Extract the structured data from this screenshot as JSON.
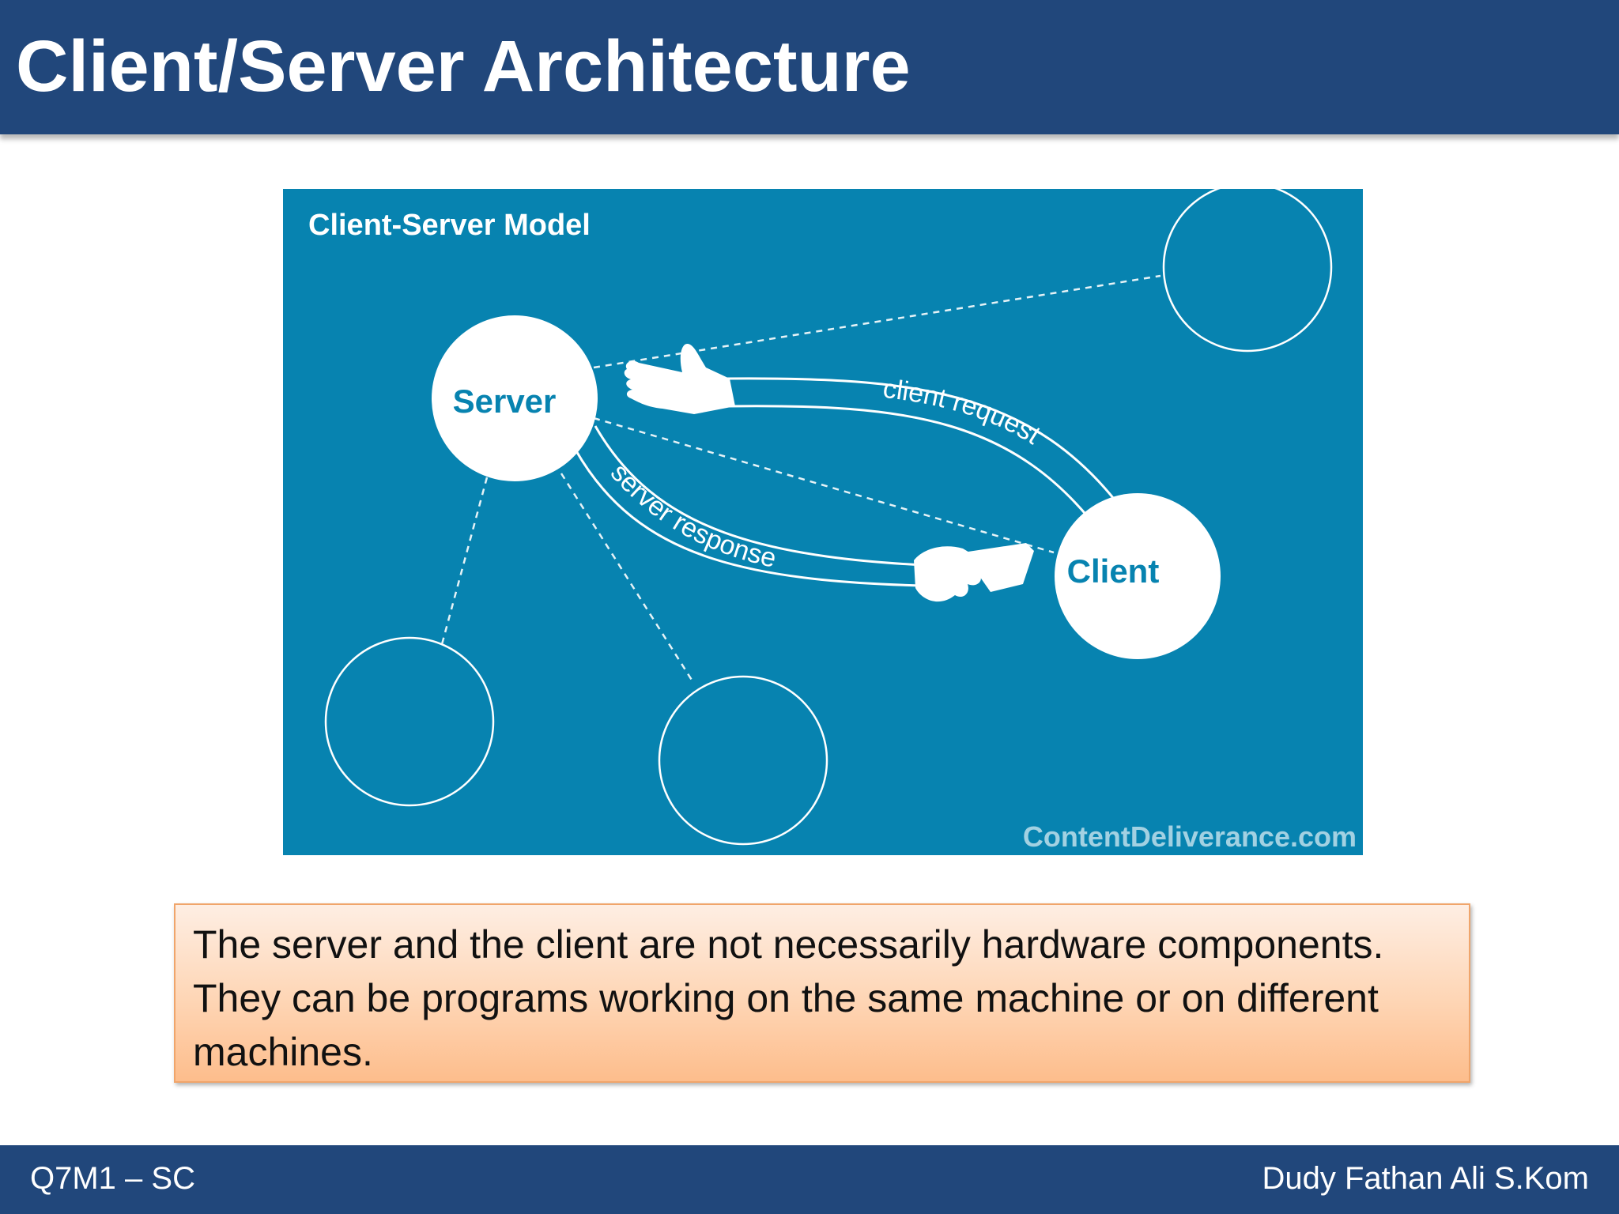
{
  "slide": {
    "title": "Client/Server Architecture"
  },
  "diagram": {
    "heading": "Client-Server Model",
    "server_label": "Server",
    "client_label": "Client",
    "request_label": "client request",
    "response_label": "server response",
    "watermark": "ContentDeliverance.com",
    "colors": {
      "background": "#0783b0",
      "node": "#ffffff"
    }
  },
  "note": {
    "text": "The server and the client are not necessarily hardware components. They can be programs working on the same machine or on different machines."
  },
  "footer": {
    "left": "Q7M1 – SC",
    "right": "Dudy Fathan Ali S.Kom"
  }
}
